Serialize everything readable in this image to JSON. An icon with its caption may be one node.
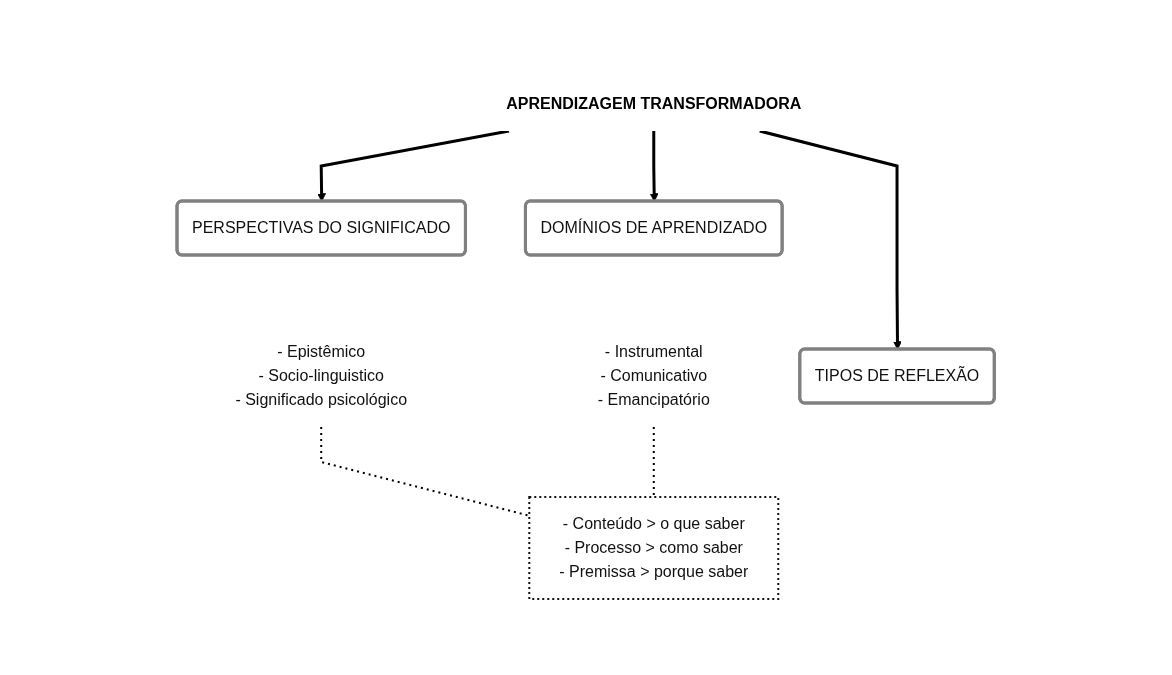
{
  "diagram": {
    "nodes": [
      {
        "text": [
          "APRENDIZAGEM TRANSFORMADORA"
        ]
      },
      {
        "text": [
          "PERSPECTIVAS DO SIGNIFICADO"
        ]
      },
      {
        "text": [
          "DOMÍNIOS DE APRENDIZADO"
        ]
      },
      {
        "text": [
          "TIPOS DE REFLEXÃO"
        ]
      },
      {
        "text": [
          "- Epistêmico",
          "- Socio-linguistico",
          "- Significado psicológico"
        ]
      },
      {
        "text": [
          "-   Instrumental",
          "-   Comunicativo",
          "-   Emancipatório"
        ]
      },
      {
        "text": [
          "-   Conteúdo > o que saber",
          "-   Processo > como saber",
          "-   Premissa > porque saber"
        ]
      }
    ],
    "edges": [
      {
        "from": 0,
        "to": 1,
        "arrow": "to"
      },
      {
        "from": 0,
        "to": 2,
        "arrow": "to"
      },
      {
        "from": 0,
        "to": 3,
        "arrow": "to"
      },
      {
        "from": 4,
        "to": 6,
        "arrow": "none",
        "style": "dashed"
      },
      {
        "from": 5,
        "to": 6,
        "arrow": "none",
        "style": "dashed"
      }
    ]
  }
}
